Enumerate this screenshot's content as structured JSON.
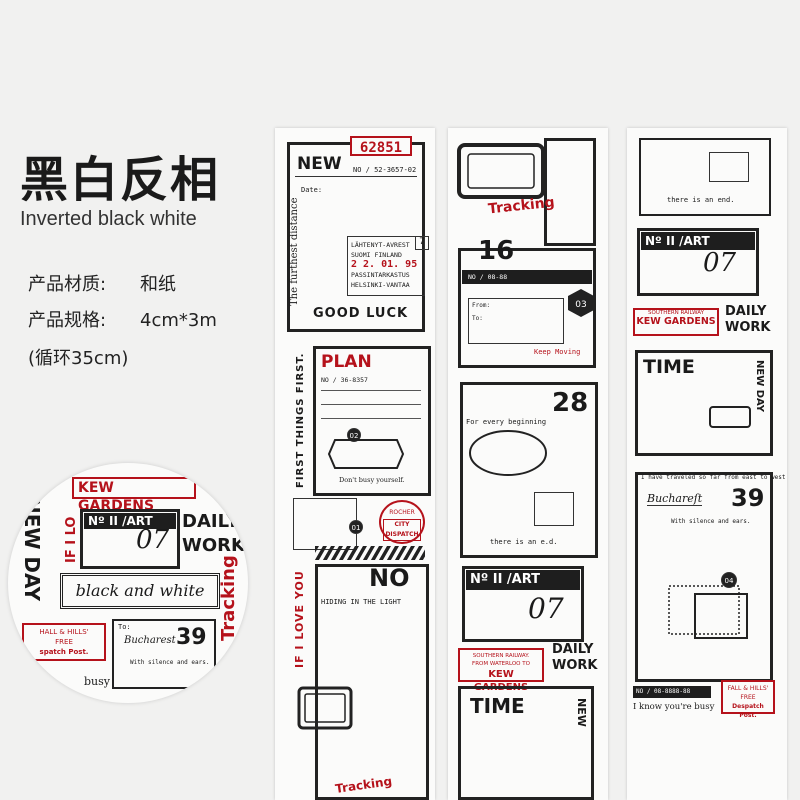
{
  "header": {
    "title_cn": "黑白反相",
    "title_en": "Inverted black white"
  },
  "specs": [
    {
      "label": "产品材质:",
      "value": "和纸"
    },
    {
      "label": "产品规格:",
      "value": "4cm*3m"
    },
    {
      "note": "(循环35cm)"
    }
  ],
  "strip1": {
    "number": "62851",
    "new": "NEW",
    "no": "NO / 52-3657-02",
    "date": "Date:",
    "vertical": "The furthest distance",
    "ticket": [
      "LÄHTENYT-AVREST",
      "SUOMI FINLAND",
      "2 2. 01. 95",
      "PASSINTARKASTUS",
      "HELSINKI-VANTAA"
    ],
    "ticket_num": "7",
    "good_luck": "GOOD LUCK",
    "plan": "PLAN",
    "plan_no": "NO / 36-8357",
    "first_things": "FIRST THINGS FIRST.",
    "badge02": "02",
    "dont_busy": "Don't busy yourself.",
    "city": [
      "ROCHER",
      "CITY DISPATCH"
    ],
    "badge01": "01",
    "if_i_love": "IF I LOVE YOU",
    "no_big": "NO",
    "hiding": "HIDING IN THE LIGHT",
    "tracking": "Tracking"
  },
  "strip2": {
    "tracking": "Tracking",
    "sixteen": "16",
    "no": "NO / 08-88",
    "from": "From:",
    "to": "To:",
    "badge03": "03",
    "keep": "Keep Moving",
    "twenty8": "28",
    "every": "For every beginning",
    "end": "there is an e.d.",
    "no_art": "Nº II /ART",
    "seven": "07",
    "rail": [
      "SOUTHERN RAILWAY.",
      "FROM WATERLOO TO"
    ],
    "kew": "KEW GARDENS",
    "daily": "DAILY",
    "work": "WORK",
    "time": "TIME",
    "new": "NEW"
  },
  "strip3": {
    "end": "there is an end.",
    "no_art": "Nº II /ART",
    "seven": "07",
    "rail": "SOUTHERN RAILWAY",
    "kew": "KEW GARDENS",
    "daily": "DAILY",
    "work": "WORK",
    "time": "TIME",
    "new_day": "NEW DAY",
    "travel": "I have traveled so far from east to west",
    "bucharest": "Buchareſt",
    "thirtynine": "39",
    "silence": "With silence and ears.",
    "badge04": "04",
    "no": "NO / 08-8888-88",
    "busy": "I know you're busy",
    "dispatch": [
      "FALL & HILLS'",
      "FREE",
      "Despatch Post."
    ]
  },
  "circle": {
    "kew": "KEW GARDENS",
    "no_art": "Nº II /ART",
    "seven": "07",
    "daily": "DAILY",
    "work": "WORK",
    "new_day": "NEW DAY",
    "if_i_lo": "IF I LO",
    "black_white": "black and white",
    "tracking": "Tracking",
    "hall": [
      "HALL & HILLS'",
      "FREE",
      "spatch Post."
    ],
    "to": "To:",
    "bucharest": "Bucharest",
    "thirtynine": "39",
    "silence": "With silence and ears.",
    "busy": "busy"
  },
  "colors": {
    "accent_red": "#b5121b",
    "ink": "#1e1e1e",
    "paper": "#fbfbfa",
    "background": "#f1f1f0"
  }
}
